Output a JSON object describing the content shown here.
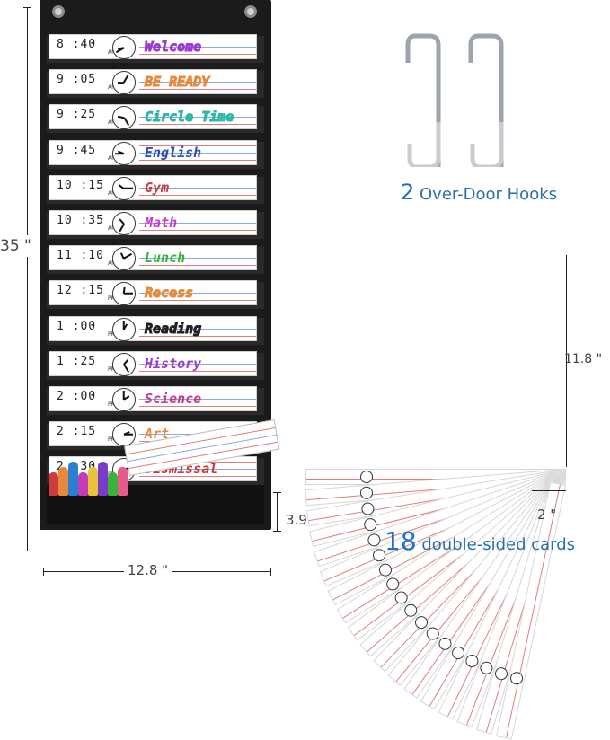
{
  "schedule": [
    {
      "time": "8 :40",
      "ampm": "AM",
      "hour": 8,
      "minute": 40,
      "subject": "Welcome",
      "color": "#9b3bd1",
      "outline": true
    },
    {
      "time": "9 :05",
      "ampm": "AM",
      "hour": 9,
      "minute": 5,
      "subject": "BE READY",
      "color": "#e8893a",
      "outline": true
    },
    {
      "time": "9 :25",
      "ampm": "AM",
      "hour": 9,
      "minute": 25,
      "subject": "Circle Time",
      "color": "#2fb7a6",
      "outline": true
    },
    {
      "time": "9 :45",
      "ampm": "AM",
      "hour": 9,
      "minute": 45,
      "subject": "English",
      "color": "#2b4fb8",
      "outline": false
    },
    {
      "time": "10 :15",
      "ampm": "AM",
      "hour": 10,
      "minute": 15,
      "subject": "Gym",
      "color": "#c63b3b",
      "outline": false
    },
    {
      "time": "10 :35",
      "ampm": "AM",
      "hour": 10,
      "minute": 35,
      "subject": "Math",
      "color": "#c43bc8",
      "outline": false
    },
    {
      "time": "11 :10",
      "ampm": "AM",
      "hour": 11,
      "minute": 10,
      "subject": "Lunch",
      "color": "#3bb33b",
      "outline": false
    },
    {
      "time": "12 :15",
      "ampm": "PM",
      "hour": 12,
      "minute": 15,
      "subject": "Recess",
      "color": "#e8893a",
      "outline": true
    },
    {
      "time": "1 :00",
      "ampm": "PM",
      "hour": 1,
      "minute": 0,
      "subject": "Reading",
      "color": "#222222",
      "outline": true
    },
    {
      "time": "1 :25",
      "ampm": "PM",
      "hour": 1,
      "minute": 25,
      "subject": "History",
      "color": "#9b3bd1",
      "outline": false
    },
    {
      "time": "2 :00",
      "ampm": "PM",
      "hour": 2,
      "minute": 0,
      "subject": "Science",
      "color": "#c43b8a",
      "outline": false
    },
    {
      "time": "2 :15",
      "ampm": "PM",
      "hour": 2,
      "minute": 15,
      "subject": "Art",
      "color": "#e8893a",
      "outline": false
    },
    {
      "time": "2 :30",
      "ampm": "PM",
      "hour": 2,
      "minute": 30,
      "subject": "Dismissal",
      "color": "#c63b3b",
      "outline": false
    }
  ],
  "markers": [
    "#d23b3b",
    "#e8893a",
    "#2b7fd1",
    "#c63bb8",
    "#e8c23a",
    "#7a3bc8",
    "#3bb33b",
    "#e85a8a"
  ],
  "dimensions": {
    "height": "35 \"",
    "width": "12.8 \"",
    "pocket": "3.9 \"",
    "card_height": "11.8 \"",
    "card_width": "2 \""
  },
  "hooks_label": {
    "count": "2",
    "text": " Over-Door Hooks"
  },
  "cards_label": {
    "count": "18",
    "text": " double-sided cards"
  },
  "fan_cards": 18
}
